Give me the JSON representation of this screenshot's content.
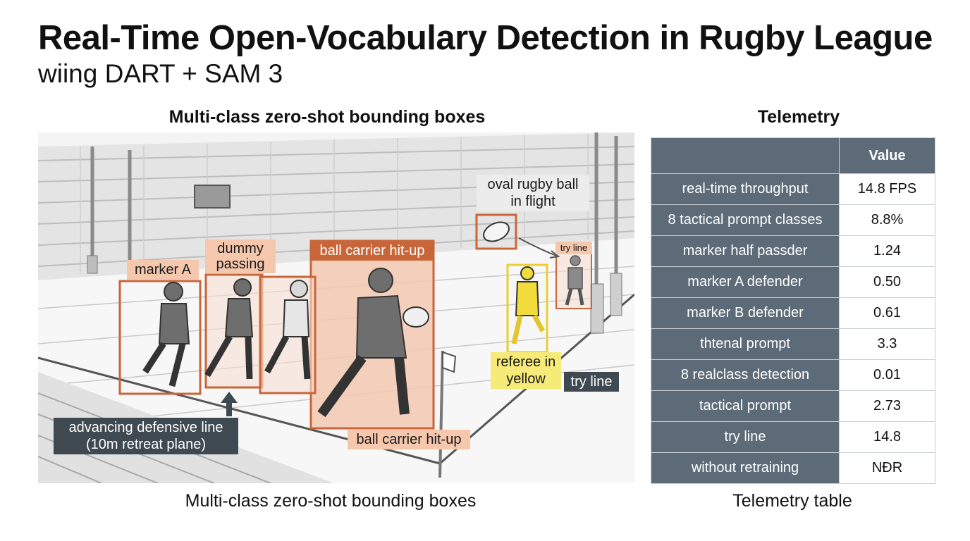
{
  "header": {
    "title": "Real-Time Open-Vocabulary Detection in Rugby League",
    "subtitle": "wiing DART + SAM 3"
  },
  "scene_panel": {
    "heading": "Multi-class zero-shot bounding boxes",
    "caption": "Multi-class zero-shot bounding boxes",
    "labels": {
      "marker_a": "marker A",
      "dummy_passing": "dummy passing",
      "ball_carrier_top": "ball carrier hit-up",
      "ball_carrier_bottom": "ball carrier hit-up",
      "oval_ball": "oval rugby ball in flight",
      "try_line_small": "try line",
      "referee": "referee in yellow",
      "try_line": "try line",
      "defensive_line": "advancing defensive line (10m retreat plane)"
    },
    "colors": {
      "box_orange": "#c8663a",
      "box_yellow": "#e9cf2e",
      "tag_slate": "#3f4951"
    }
  },
  "telemetry": {
    "heading": "Telemetry",
    "caption": "Telemetry table",
    "columns": [
      "",
      "Value"
    ],
    "rows": [
      {
        "metric": "real-time throughput",
        "value": "14.8 FPS"
      },
      {
        "metric": "8 tactical prompt classes",
        "value": "8.8%"
      },
      {
        "metric": "marker half passder",
        "value": "1.24"
      },
      {
        "metric": "marker A defender",
        "value": "0.50"
      },
      {
        "metric": "marker B defender",
        "value": "0.61"
      },
      {
        "metric": "thtenal prompt",
        "value": "3.3"
      },
      {
        "metric": "8 realclass detection",
        "value": "0.01"
      },
      {
        "metric": "tactical prompt",
        "value": "2.73"
      },
      {
        "metric": "try line",
        "value": "14.8"
      },
      {
        "metric": "without retraining",
        "value": "NÐR"
      }
    ]
  }
}
